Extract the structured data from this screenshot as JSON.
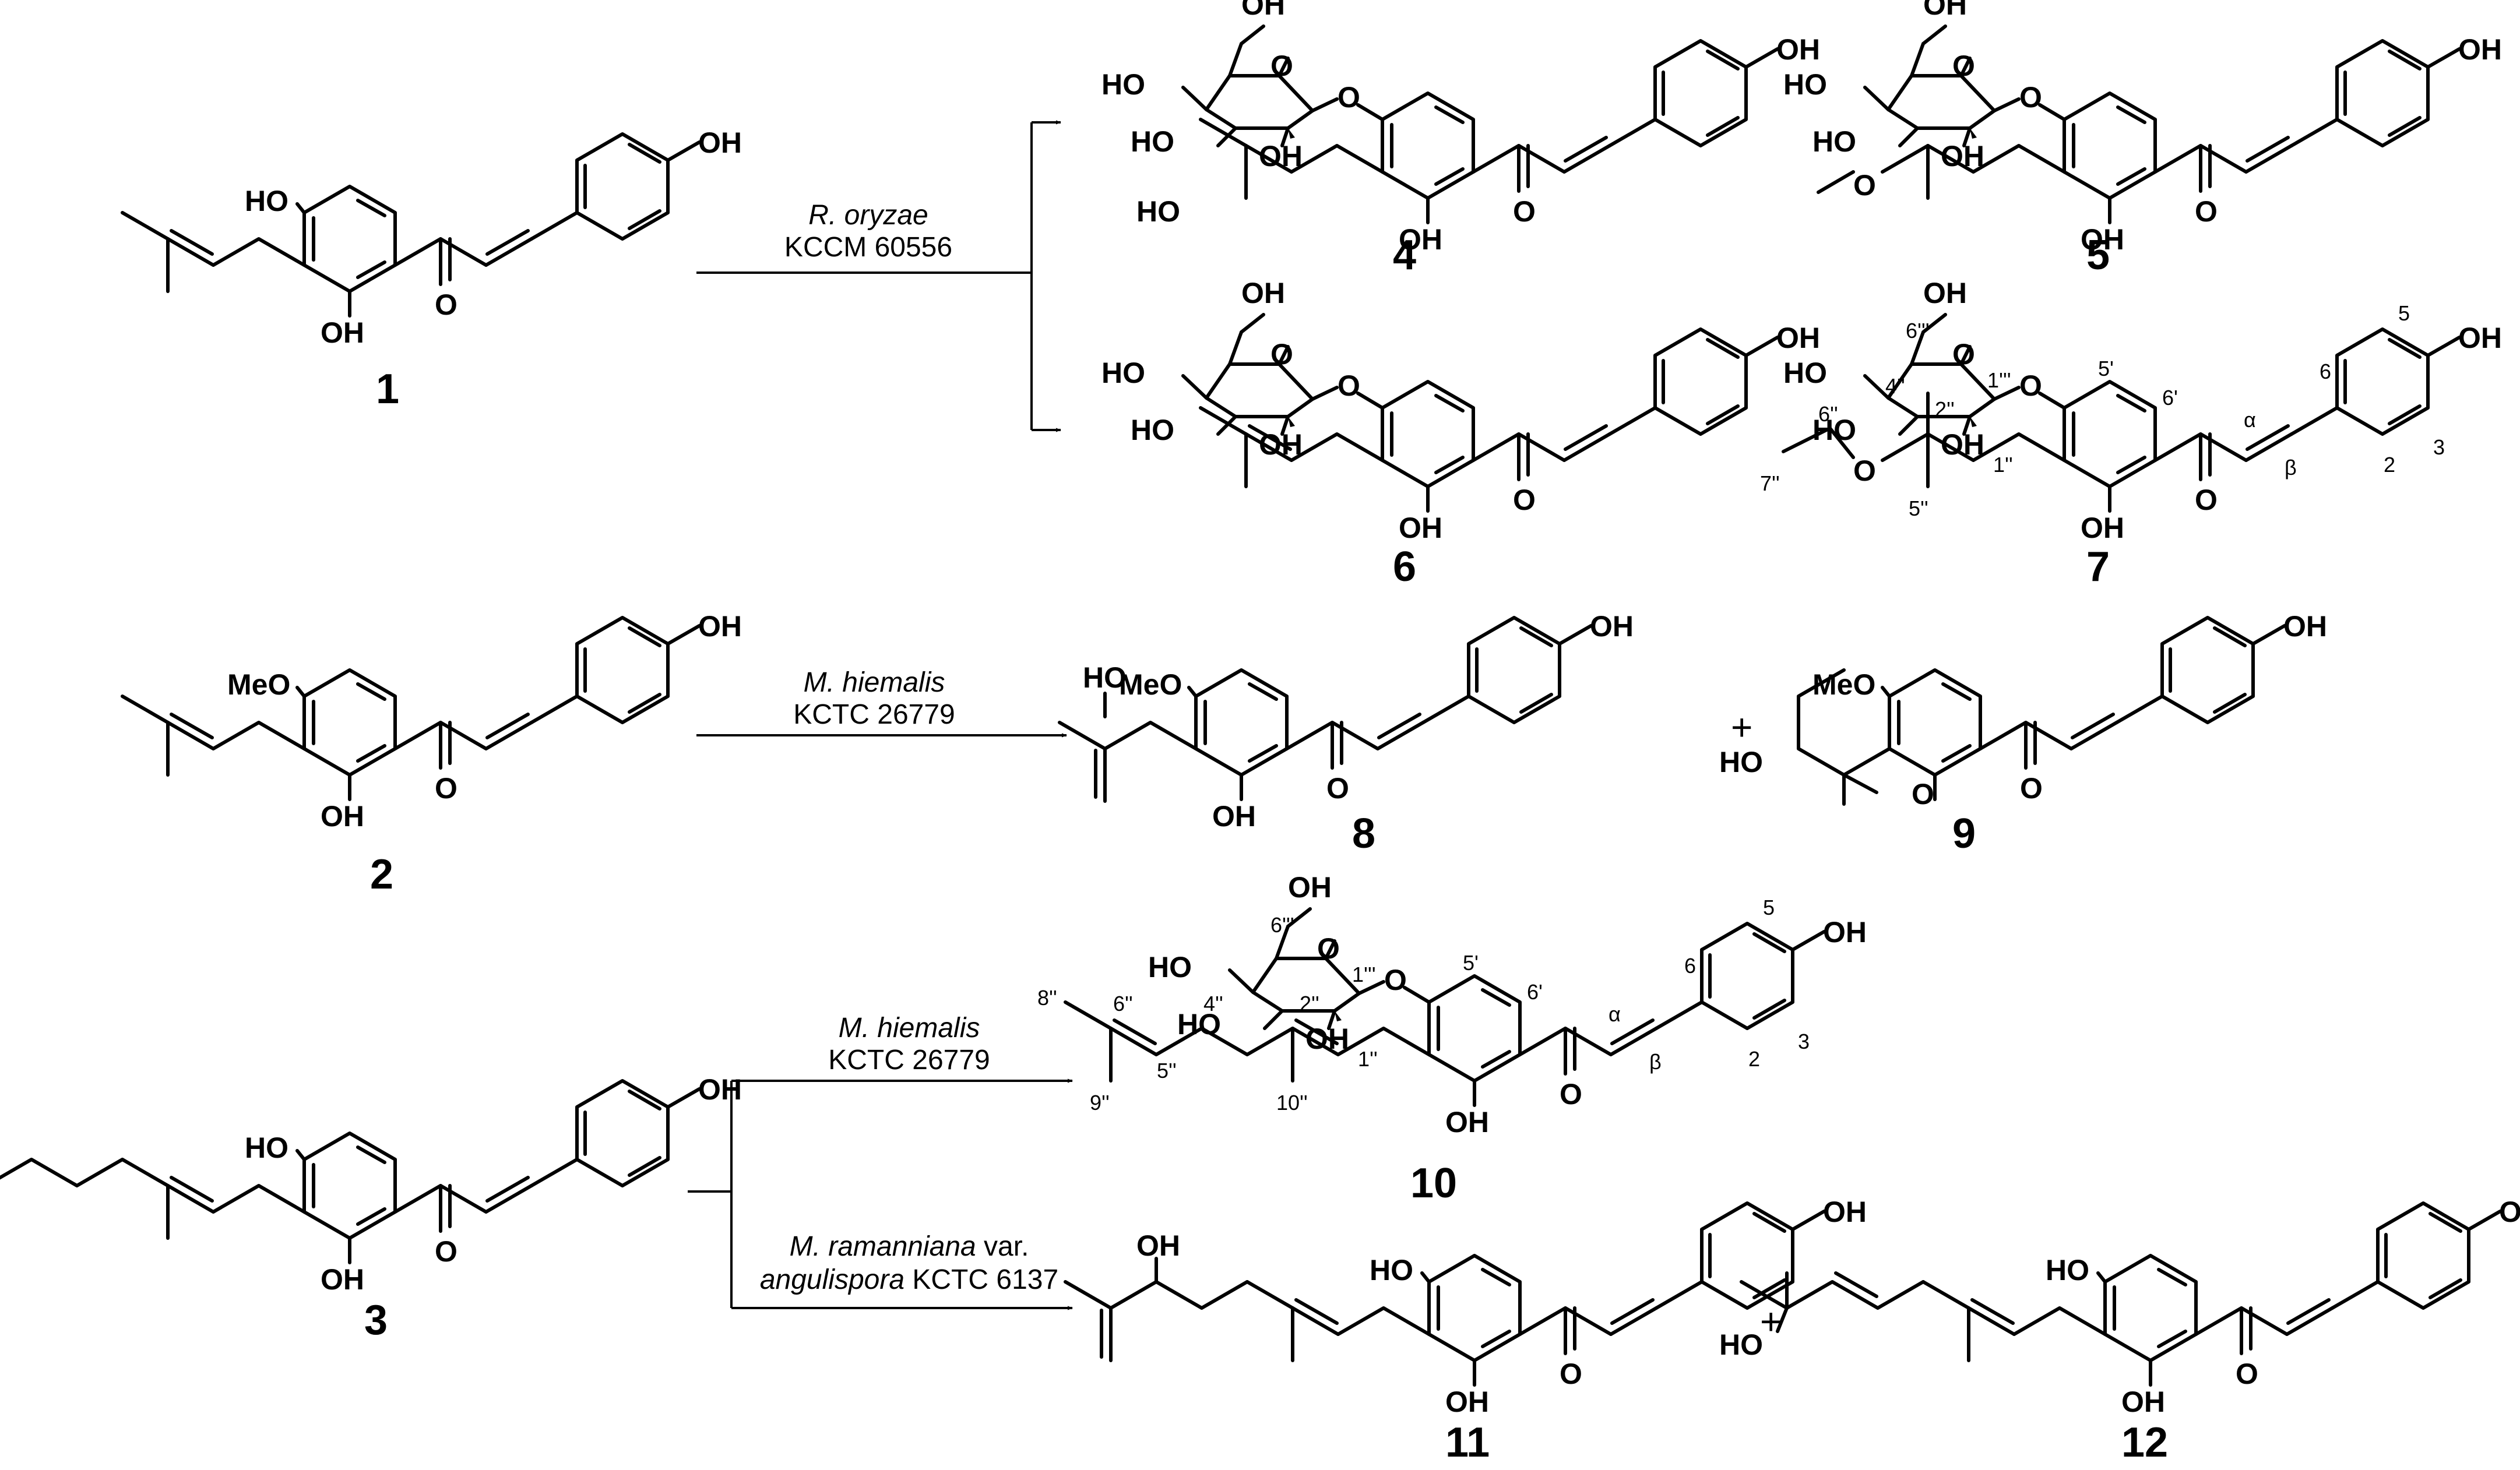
{
  "compounds": {
    "c1": "1",
    "c2": "2",
    "c3": "3",
    "c4": "4",
    "c5": "5",
    "c6": "6",
    "c7": "7",
    "c8": "8",
    "c9": "9",
    "c10": "10",
    "c11": "11",
    "c12": "12"
  },
  "reactions": [
    {
      "organism": "R. oryzae",
      "strain": "KCCM 60556"
    },
    {
      "organism": "M. hiemalis",
      "strain": "KCTC 26779"
    },
    {
      "organism": "M. hiemalis",
      "strain": "KCTC 26779"
    },
    {
      "organism_line1": "M. ramanniana",
      "var": " var.",
      "organism_line2": "angulispora",
      "strain": " KCTC 6137"
    }
  ],
  "plus": "+",
  "atoms": {
    "OH": "OH",
    "HO": "HO",
    "O": "O",
    "MeO": "MeO"
  },
  "numbering": {
    "six_ppp": "6'''",
    "one_ppp": "1'''",
    "five_p": "5'",
    "six_p": "6'",
    "alpha": "α",
    "beta": "β",
    "n2": "2",
    "n3": "3",
    "n5": "5",
    "n6": "6",
    "one_pp": "1''",
    "two_pp": "2''",
    "four_pp": "4''",
    "five_pp": "5''",
    "six_pp": "6''",
    "seven_pp": "7''",
    "eight_pp": "8''",
    "nine_pp": "9''",
    "ten_pp": "10''"
  }
}
